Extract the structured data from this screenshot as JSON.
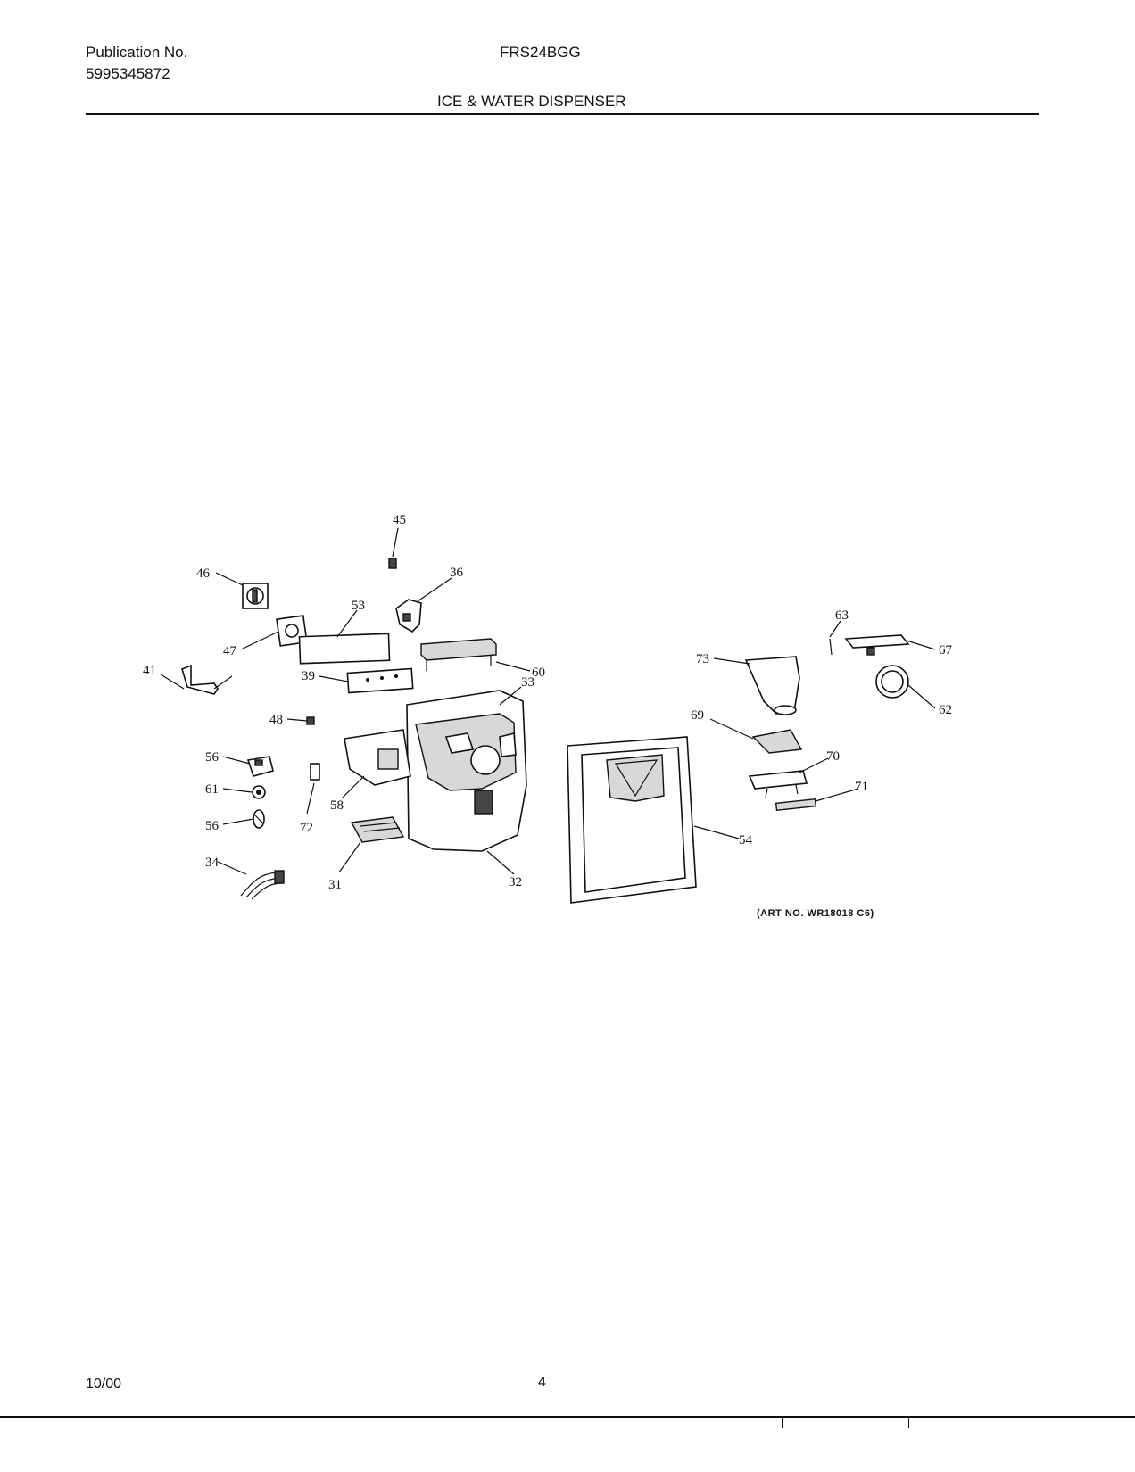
{
  "header": {
    "publication_label": "Publication No.",
    "publication_number": "5995345872",
    "model": "FRS24BGG",
    "section_title": "ICE & WATER DISPENSER"
  },
  "diagram": {
    "callouts": [
      "45",
      "46",
      "36",
      "53",
      "47",
      "41",
      "39",
      "60",
      "48",
      "33",
      "56",
      "61",
      "58",
      "56",
      "72",
      "31",
      "32",
      "34",
      "73",
      "63",
      "67",
      "62",
      "69",
      "70",
      "71",
      "54"
    ],
    "art_note": "(ART NO. WR18018 C6)"
  },
  "footer": {
    "date": "10/00",
    "page": "4"
  }
}
